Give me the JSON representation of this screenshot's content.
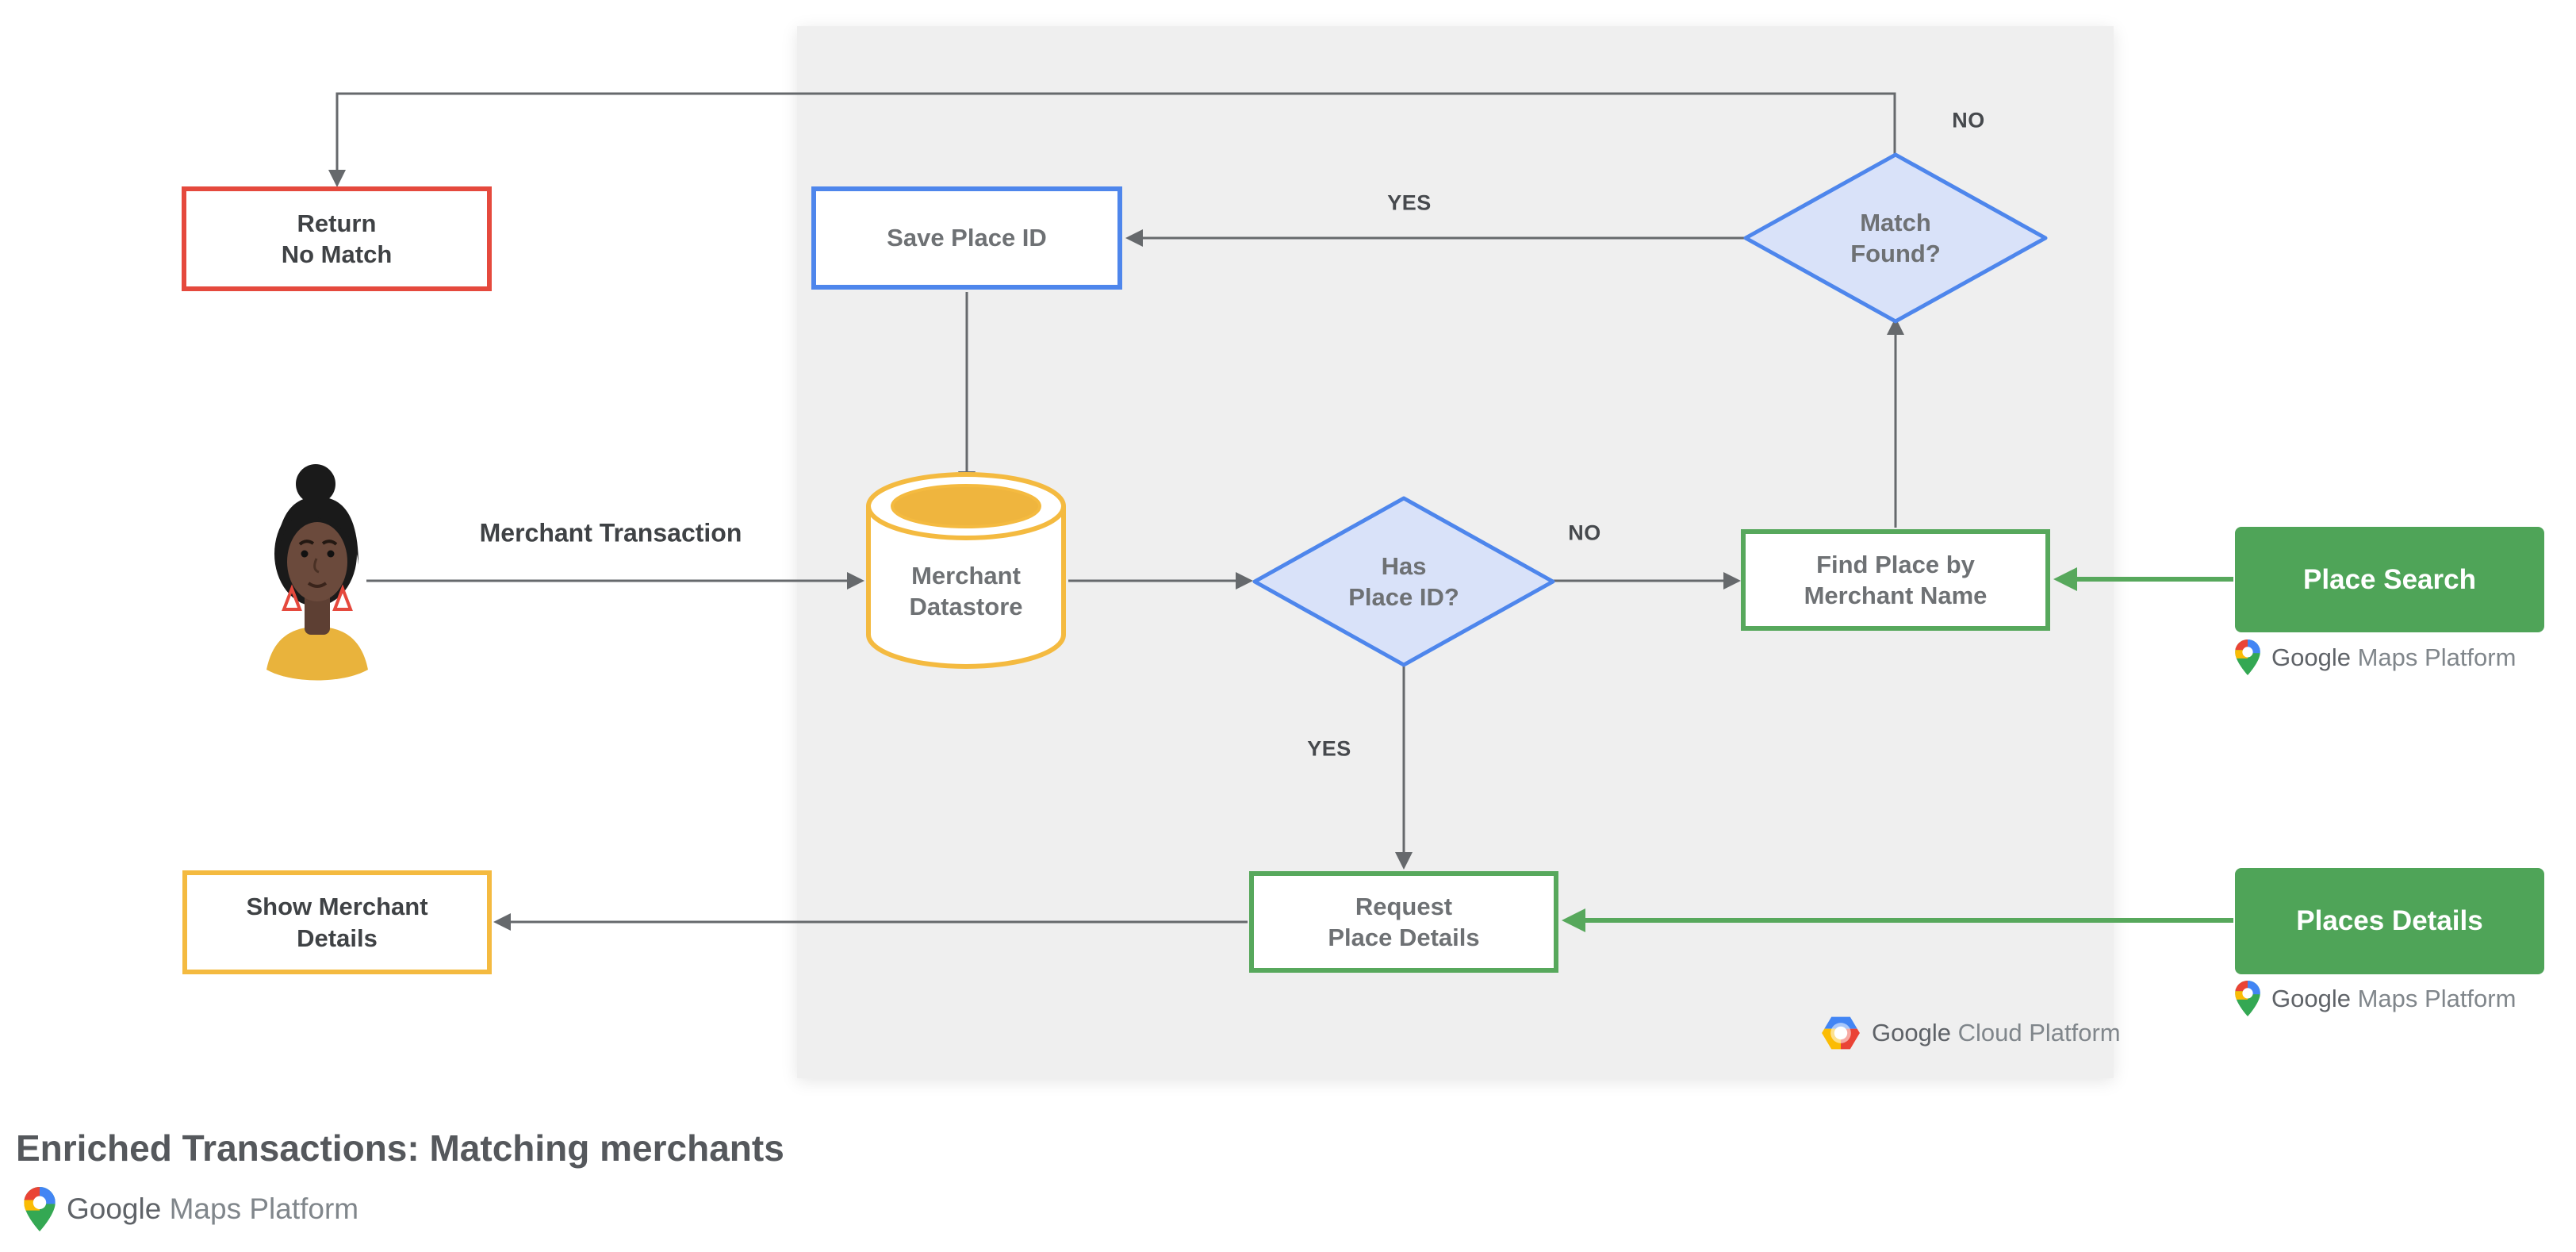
{
  "title": "Enriched Transactions: Matching merchants",
  "colors": {
    "panel": "#EFEFEF",
    "red": "#E5493D",
    "blue": "#4E86EC",
    "blue_fill": "#D9E2F9",
    "yellow": "#F4BA40",
    "yellow_fill": "#EFB53E",
    "green": "#57A85C",
    "green_fill": "#4FA458",
    "line": "#66696C",
    "text_dark": "#3F4245",
    "text_gray": "#6E7174",
    "text_edge": "#46494D",
    "text_title": "#55585C"
  },
  "nodes": {
    "return_no_match": {
      "label": "Return\nNo Match"
    },
    "save_place_id": {
      "label": "Save Place ID"
    },
    "merchant_datastore": {
      "label": "Merchant\nDatastore"
    },
    "has_place_id": {
      "label": "Has\nPlace ID?"
    },
    "match_found": {
      "label": "Match\nFound?"
    },
    "find_place": {
      "label": "Find Place by\nMerchant Name"
    },
    "request_place_details": {
      "label": "Request\nPlace Details"
    },
    "show_merchant_details": {
      "label": "Show Merchant\nDetails"
    },
    "place_search": {
      "label": "Place Search"
    },
    "places_details": {
      "label": "Places Details"
    }
  },
  "edges": {
    "merchant_transaction": "Merchant Transaction",
    "yes_to_save": "YES",
    "no_loop": "NO",
    "no_to_find": "NO",
    "yes_to_request": "YES"
  },
  "logos": {
    "gcp": {
      "google": "Google",
      "rest": "Cloud Platform"
    },
    "gmp_place_search": {
      "google": "Google",
      "rest": "Maps Platform"
    },
    "gmp_places_details": {
      "google": "Google",
      "rest": "Maps Platform"
    },
    "gmp_footer": {
      "google": "Google",
      "rest": "Maps Platform"
    }
  }
}
